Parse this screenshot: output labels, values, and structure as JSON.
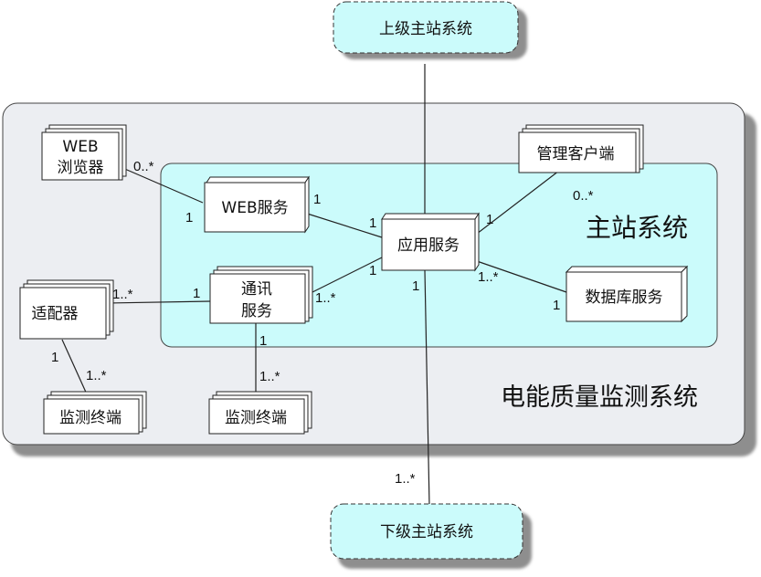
{
  "diagram": {
    "outer_title": "电能质量监测系统",
    "inner_title": "主站系统",
    "nodes": {
      "upper_station": "上级主站系统",
      "lower_station": "下级主站系统",
      "web_browser_l1": "WEB",
      "web_browser_l2": "浏览器",
      "web_service": "WEB服务",
      "app_service": "应用服务",
      "mgmt_client": "管理客户端",
      "comm_l1": "通讯",
      "comm_l2": "服务",
      "db_service": "数据库服务",
      "adapter": "适配器",
      "terminal_left": "监测终端",
      "terminal_mid": "监测终端"
    },
    "multiplicities": {
      "browser_web_a": "0..*",
      "browser_web_b": "1",
      "web_app_a": "1",
      "web_app_b": "1",
      "mgmt_app_a": "0..*",
      "mgmt_app_b": "1",
      "comm_app_a": "1..*",
      "comm_app_b": "1",
      "app_db_a": "1..*",
      "app_db_b": "1",
      "adapter_comm_a": "1..*",
      "adapter_comm_b": "1",
      "adapter_term_a": "1",
      "adapter_term_b": "1..*",
      "comm_term_a": "1",
      "comm_term_b": "1..*",
      "app_lower_a": "1",
      "app_lower_b": "1..*"
    },
    "colors": {
      "outer_fill": "#eceef2",
      "inner_fill": "#cbfbfb",
      "ext_fill": "#cbfbfb",
      "shadow": "#8e8e8e"
    }
  }
}
